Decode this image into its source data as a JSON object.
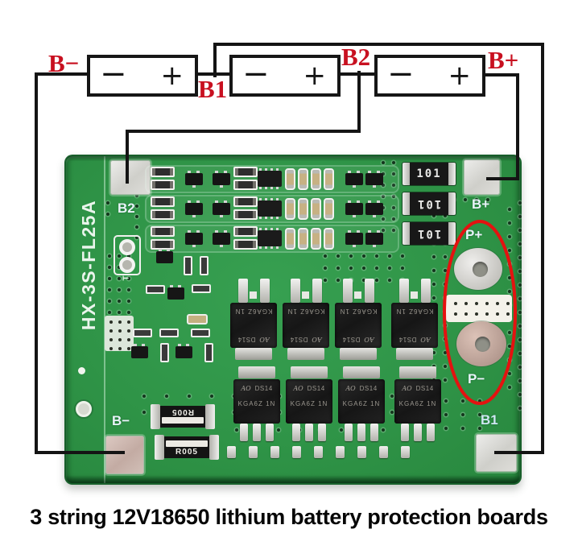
{
  "caption": "3 string 12V18650 lithium battery protection boards",
  "diagram": {
    "battery_minus": "−",
    "battery_plus": "+",
    "terminal_labels": {
      "b_minus": "B−",
      "b1": "B1",
      "b2": "B2",
      "b_plus": "B+"
    }
  },
  "board": {
    "model": "HX-3S-FL25A",
    "silkscreen": {
      "b2": "B2",
      "b_plus": "B+",
      "p_plus": "P+",
      "p_minus": "P−",
      "b1": "B1",
      "b_minus": "B−",
      "t": "T"
    },
    "resistors_101": [
      "101",
      "101",
      "101"
    ],
    "shunt_label": "R005",
    "mosfet_marking": {
      "logo": "AO",
      "date_code": "DS14",
      "part": "KGA6Z 1N"
    }
  },
  "colors": {
    "pcb_green": "#2f9447",
    "pcb_dark_green": "#1d6a33",
    "terminal_label_red": "#c81020",
    "highlight_ellipse_red": "#e41210",
    "wire_black": "#141414",
    "pad_silver": "#d6d6d2"
  }
}
